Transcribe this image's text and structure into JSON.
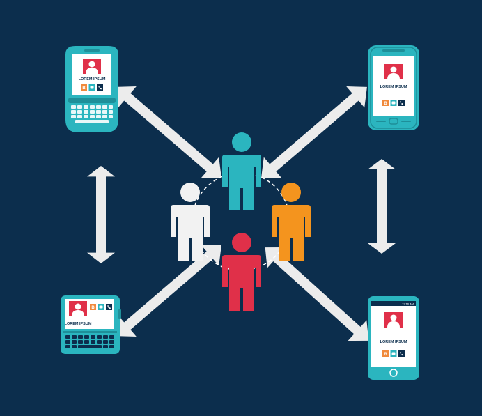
{
  "colors": {
    "background": "#0c2e4d",
    "teal": "#2bb5bf",
    "teal_dark": "#1e8f99",
    "white": "#f2f2f2",
    "orange": "#f4941e",
    "red": "#e03049",
    "arrow": "#ececec",
    "orange_icon": "#f08a3c",
    "dark_icon": "#0c2e4d"
  },
  "devices": [
    {
      "name": "keyboard-phone",
      "label": "LOREM IPSUM"
    },
    {
      "name": "touch-phone",
      "label": "LOREM IPSUM"
    },
    {
      "name": "slider-phone",
      "label": "LOREM IPSUM"
    },
    {
      "name": "smartphone",
      "label": "LOREM IPSUM",
      "status_time": "12:16 AM"
    }
  ],
  "people": [
    {
      "name": "person-teal",
      "color": "#2bb5bf"
    },
    {
      "name": "person-white",
      "color": "#f2f2f2"
    },
    {
      "name": "person-orange",
      "color": "#f4941e"
    },
    {
      "name": "person-red",
      "color": "#e03049"
    }
  ],
  "icons": [
    "blogger-icon",
    "chat-icon",
    "phone-icon"
  ]
}
